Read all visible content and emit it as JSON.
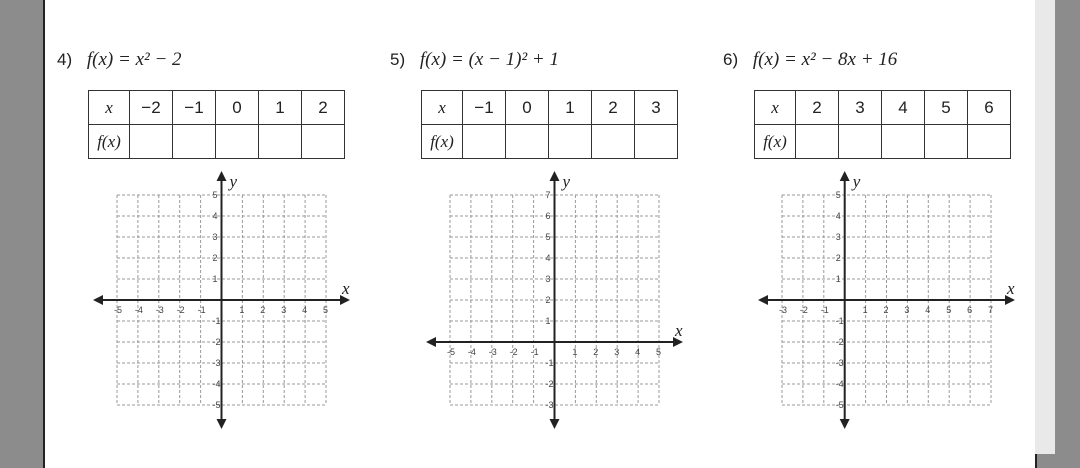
{
  "problems": [
    {
      "number": "4)",
      "expression": "f(x) = x² − 2",
      "table": {
        "row1_label": "x",
        "row2_label": "f(x)",
        "x_values": [
          "−2",
          "−1",
          "0",
          "1",
          "2"
        ]
      },
      "graph": {
        "x_axis_label": "x",
        "y_axis_label": "y",
        "x_min": -5,
        "x_max": 5,
        "y_min": -5,
        "y_max": 5,
        "x_tick_labels": [
          "-5",
          "-4",
          "-3",
          "-2",
          "-1",
          "1",
          "2",
          "3",
          "4",
          "5"
        ],
        "y_tick_labels": [
          "5",
          "4",
          "3",
          "2",
          "1",
          "-1",
          "-2",
          "-3",
          "-4",
          "-5"
        ]
      }
    },
    {
      "number": "5)",
      "expression": "f(x) = (x − 1)² + 1",
      "table": {
        "row1_label": "x",
        "row2_label": "f(x)",
        "x_values": [
          "−1",
          "0",
          "1",
          "2",
          "3"
        ]
      },
      "graph": {
        "x_axis_label": "x",
        "y_axis_label": "y",
        "x_min": -5,
        "x_max": 5,
        "y_min": -3,
        "y_max": 7,
        "x_tick_labels": [
          "-5",
          "-4",
          "-3",
          "-2",
          "-1",
          "1",
          "2",
          "3",
          "4",
          "5"
        ],
        "y_tick_labels": [
          "7",
          "6",
          "5",
          "4",
          "3",
          "2",
          "1",
          "-1",
          "-2",
          "-3"
        ]
      }
    },
    {
      "number": "6)",
      "expression": "f(x) = x² − 8x + 16",
      "table": {
        "row1_label": "x",
        "row2_label": "f(x)",
        "x_values": [
          "2",
          "3",
          "4",
          "5",
          "6"
        ]
      },
      "graph": {
        "x_axis_label": "x",
        "y_axis_label": "y",
        "x_min": -3,
        "x_max": 7,
        "y_min": -5,
        "y_max": 5,
        "x_tick_labels": [
          "-3",
          "-2",
          "-1",
          "1",
          "2",
          "3",
          "4",
          "5",
          "6",
          "7"
        ],
        "y_tick_labels": [
          "5",
          "4",
          "3",
          "2",
          "1",
          "-1",
          "-2",
          "-3",
          "-4",
          "-5"
        ]
      }
    }
  ]
}
